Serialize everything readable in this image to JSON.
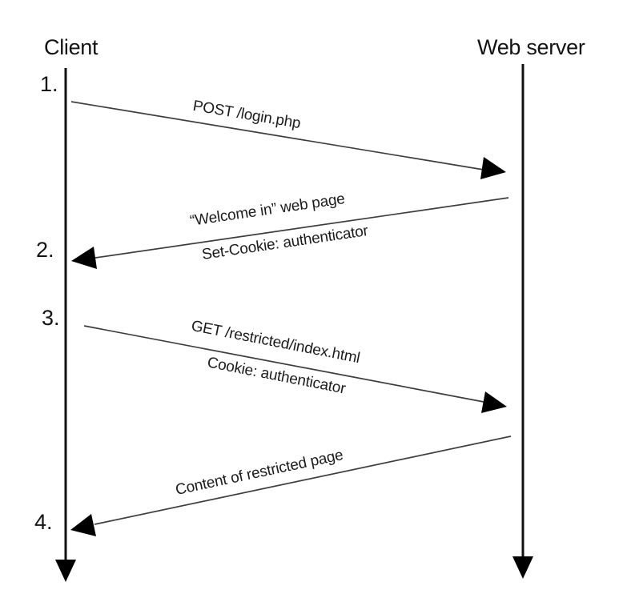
{
  "actors": [
    {
      "label": "Client"
    },
    {
      "label": "Web server"
    }
  ],
  "steps": [
    {
      "number": "1."
    },
    {
      "number": "2."
    },
    {
      "number": "3."
    },
    {
      "number": "4."
    }
  ],
  "messages": [
    {
      "from": "Client",
      "to": "Web server",
      "label": "POST /login.php"
    },
    {
      "from": "Web server",
      "to": "Client",
      "label_top": "“Welcome in” web page",
      "label_bottom": "Set-Cookie: authenticator"
    },
    {
      "from": "Client",
      "to": "Web server",
      "label_top": "GET /restricted/index.html",
      "label_bottom": "Cookie: authenticator"
    },
    {
      "from": "Web server",
      "to": "Client",
      "label": "Content of restricted page"
    }
  ],
  "colors": {
    "background": "#ffffff",
    "lifeline": "#111111",
    "message_line": "#3d3d3d",
    "arrowhead": "#000000",
    "text": "#1c1c1c"
  }
}
